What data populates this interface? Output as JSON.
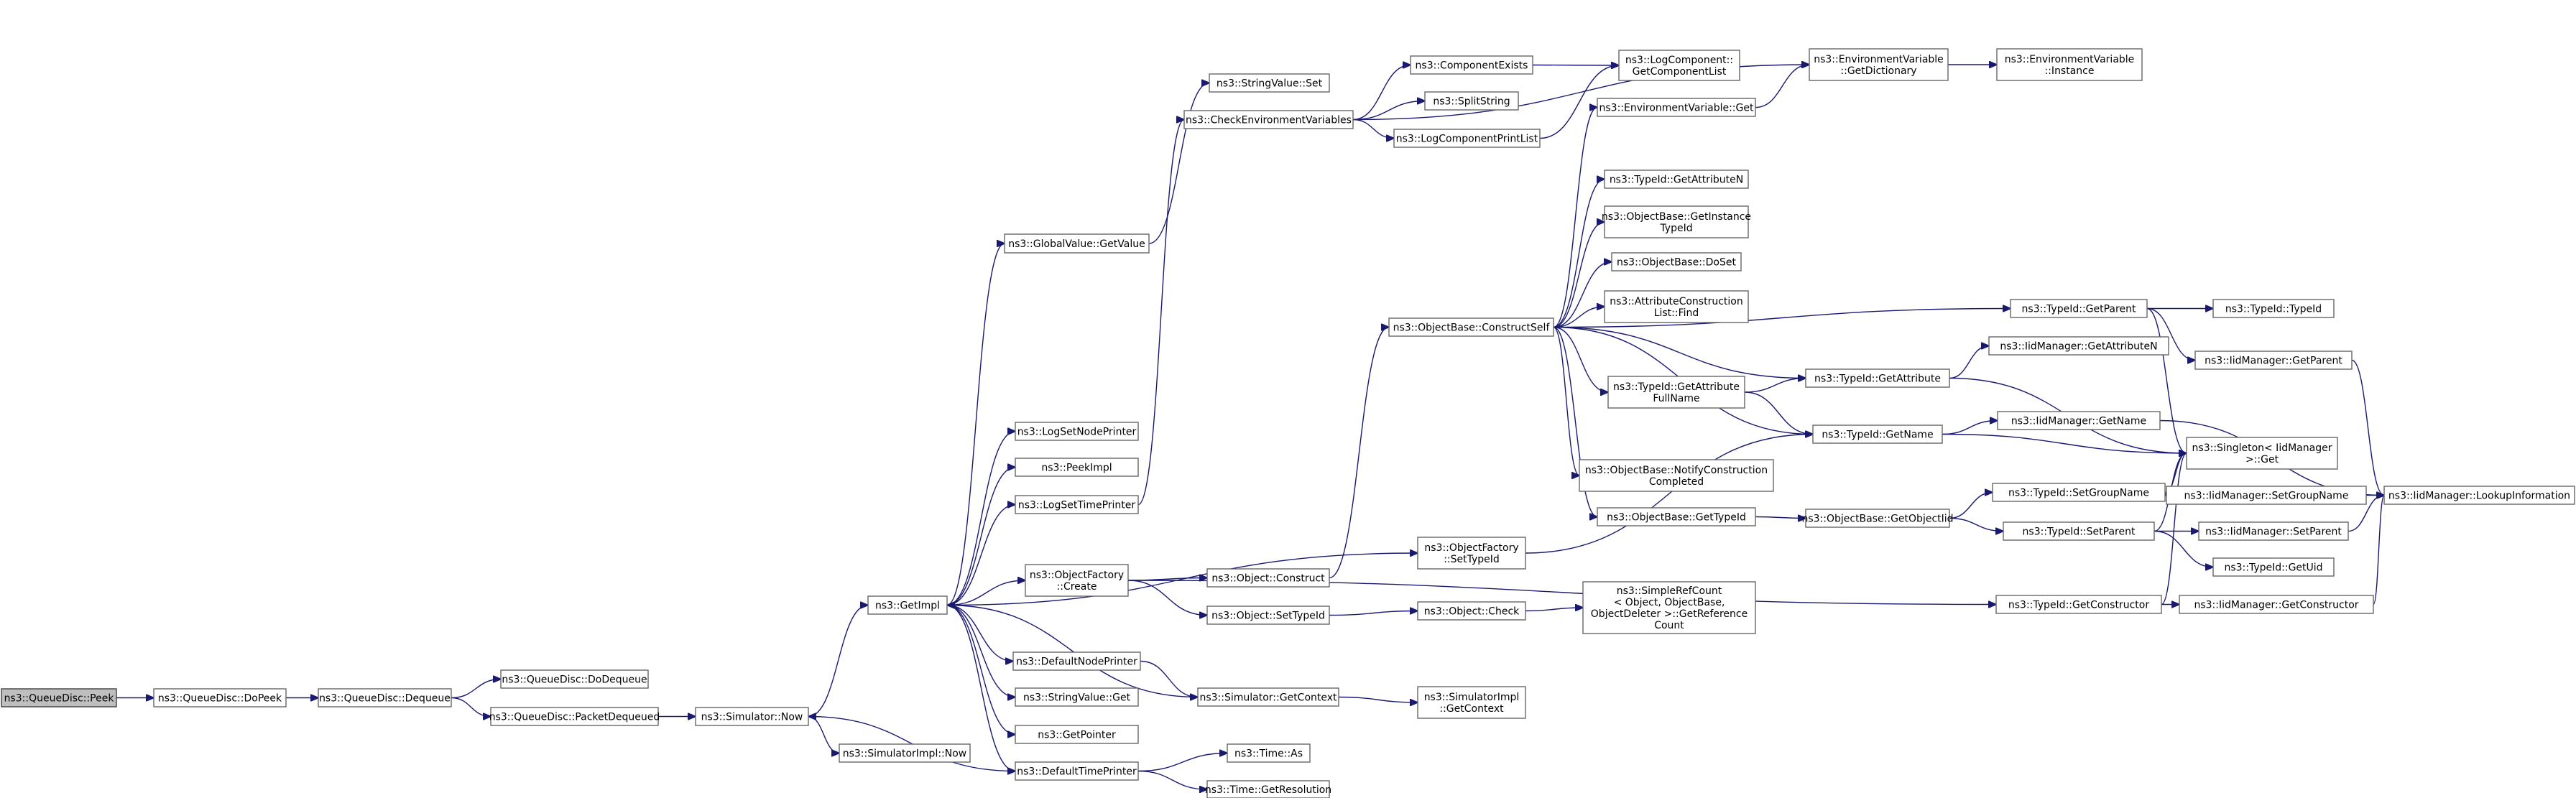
{
  "colors": {
    "edge": "#191970",
    "root_fill": "#bfbfbf",
    "node_border": "#666666"
  },
  "nodes": {
    "peek": {
      "lines": [
        "ns3::QueueDisc::Peek"
      ],
      "root": true
    },
    "dopeek": {
      "lines": [
        "ns3::QueueDisc::DoPeek"
      ]
    },
    "dequeue": {
      "lines": [
        "ns3::QueueDisc::Dequeue"
      ]
    },
    "dodequeue": {
      "lines": [
        "ns3::QueueDisc::DoDequeue"
      ]
    },
    "packetdequeued": {
      "lines": [
        "ns3::QueueDisc::PacketDequeued"
      ]
    },
    "simnow": {
      "lines": [
        "ns3::Simulator::Now"
      ]
    },
    "simimplnow": {
      "lines": [
        "ns3::SimulatorImpl::Now"
      ]
    },
    "getimpl": {
      "lines": [
        "ns3::GetImpl"
      ]
    },
    "gvgetvalue": {
      "lines": [
        "ns3::GlobalValue::GetValue"
      ]
    },
    "logsetnodeprinter": {
      "lines": [
        "ns3::LogSetNodePrinter"
      ]
    },
    "peekimpl": {
      "lines": [
        "ns3::PeekImpl"
      ]
    },
    "logsettimeprinter": {
      "lines": [
        "ns3::LogSetTimePrinter"
      ]
    },
    "ofcreate": {
      "lines": [
        "ns3::ObjectFactory",
        "::Create"
      ]
    },
    "defaultnodeprinter": {
      "lines": [
        "ns3::DefaultNodePrinter"
      ]
    },
    "stringvalueget": {
      "lines": [
        "ns3::StringValue::Get"
      ]
    },
    "getpointer": {
      "lines": [
        "ns3::GetPointer"
      ]
    },
    "defaulttimeprinter": {
      "lines": [
        "ns3::DefaultTimePrinter"
      ]
    },
    "stringvalueset": {
      "lines": [
        "ns3::StringValue::Set"
      ]
    },
    "checkenv": {
      "lines": [
        "ns3::CheckEnvironmentVariables"
      ]
    },
    "objconstruct": {
      "lines": [
        "ns3::Object::Construct"
      ]
    },
    "objsettypeid": {
      "lines": [
        "ns3::Object::SetTypeId"
      ]
    },
    "simgetcontext": {
      "lines": [
        "ns3::Simulator::GetContext"
      ]
    },
    "timeas": {
      "lines": [
        "ns3::Time::As"
      ]
    },
    "timegetres": {
      "lines": [
        "ns3::Time::GetResolution"
      ]
    },
    "compexists": {
      "lines": [
        "ns3::ComponentExists"
      ]
    },
    "splitstring": {
      "lines": [
        "ns3::SplitString"
      ]
    },
    "logcompprintlist": {
      "lines": [
        "ns3::LogComponentPrintList"
      ]
    },
    "ofsettypeid": {
      "lines": [
        "ns3::ObjectFactory",
        "::SetTypeId"
      ]
    },
    "obconstructself": {
      "lines": [
        "ns3::ObjectBase::ConstructSelf"
      ]
    },
    "objcheck": {
      "lines": [
        "ns3::Object::Check"
      ]
    },
    "simimplgetcontext": {
      "lines": [
        "ns3::SimulatorImpl",
        "::GetContext"
      ]
    },
    "logcompgetlist": {
      "lines": [
        "ns3::LogComponent::",
        "GetComponentList"
      ]
    },
    "envget": {
      "lines": [
        "ns3::EnvironmentVariable::Get"
      ]
    },
    "tidgetattrn": {
      "lines": [
        "ns3::TypeId::GetAttributeN"
      ]
    },
    "obgetinstance": {
      "lines": [
        "ns3::ObjectBase::GetInstance",
        "TypeId"
      ]
    },
    "obdoset": {
      "lines": [
        "ns3::ObjectBase::DoSet"
      ]
    },
    "attrconstruct": {
      "lines": [
        "ns3::AttributeConstruction",
        "List::Find"
      ]
    },
    "tidgetattrfull": {
      "lines": [
        "ns3::TypeId::GetAttribute",
        "FullName"
      ]
    },
    "obnotify": {
      "lines": [
        "ns3::ObjectBase::NotifyConstruction",
        "Completed"
      ]
    },
    "obgettypeid": {
      "lines": [
        "ns3::ObjectBase::GetTypeId"
      ]
    },
    "simplerefcount": {
      "lines": [
        "ns3::SimpleRefCount",
        "< Object, ObjectBase,",
        "ObjectDeleter >::GetReference",
        "Count"
      ]
    },
    "envgetdict": {
      "lines": [
        "ns3::EnvironmentVariable",
        "::GetDictionary"
      ]
    },
    "envinstance": {
      "lines": [
        "ns3::EnvironmentVariable",
        "::Instance"
      ]
    },
    "tidgetattr": {
      "lines": [
        "ns3::TypeId::GetAttribute"
      ]
    },
    "tidgetname": {
      "lines": [
        "ns3::TypeId::GetName"
      ]
    },
    "obgetobjtid": {
      "lines": [
        "ns3::ObjectBase::GetObjectIid"
      ]
    },
    "tidgetparent": {
      "lines": [
        "ns3::TypeId::GetParent"
      ]
    },
    "iidgetattrn": {
      "lines": [
        "ns3::IidManager::GetAttributeN"
      ]
    },
    "iidgetname": {
      "lines": [
        "ns3::IidManager::GetName"
      ]
    },
    "tidsetgroupname": {
      "lines": [
        "ns3::TypeId::SetGroupName"
      ]
    },
    "tidsetparent": {
      "lines": [
        "ns3::TypeId::SetParent"
      ]
    },
    "tidgetconstructor": {
      "lines": [
        "ns3::TypeId::GetConstructor"
      ]
    },
    "tidtypeid": {
      "lines": [
        "ns3::TypeId::TypeId"
      ]
    },
    "iidgetparent": {
      "lines": [
        "ns3::IidManager::GetParent"
      ]
    },
    "singletonget": {
      "lines": [
        "ns3::Singleton< IidManager",
        " >::Get"
      ]
    },
    "iidsetgroupname": {
      "lines": [
        "ns3::IidManager::SetGroupName"
      ]
    },
    "iidsetparent": {
      "lines": [
        "ns3::IidManager::SetParent"
      ]
    },
    "tidgetuid": {
      "lines": [
        "ns3::TypeId::GetUid"
      ]
    },
    "iidgetconstructor": {
      "lines": [
        "ns3::IidManager::GetConstructor"
      ]
    },
    "iidlookup": {
      "lines": [
        "ns3::IidManager::LookupInformation"
      ]
    }
  }
}
